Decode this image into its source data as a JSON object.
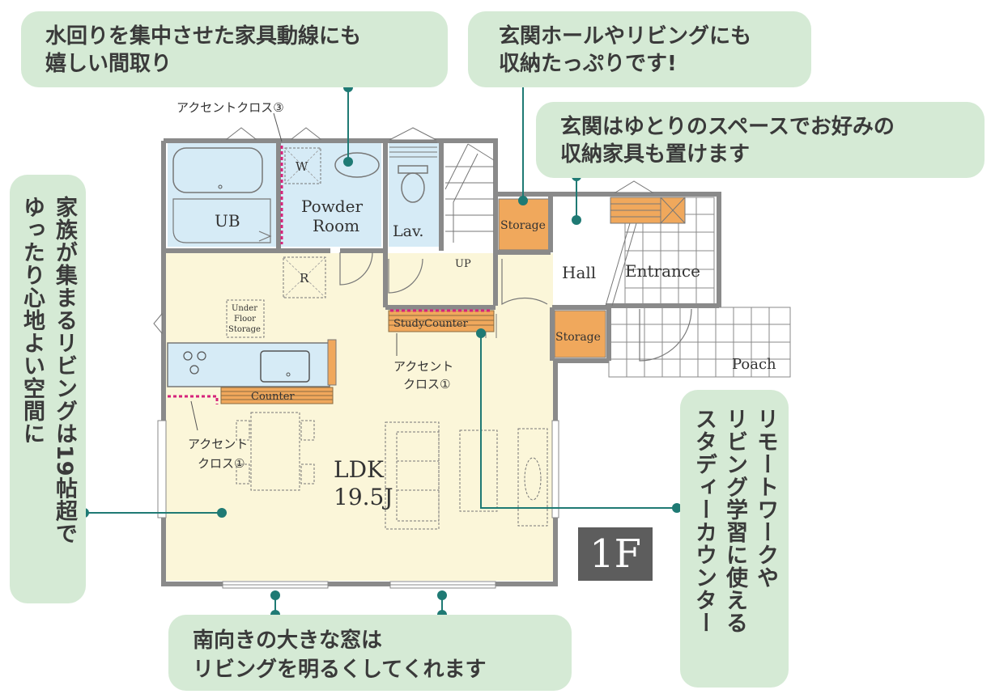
{
  "callouts": {
    "water_area": {
      "lines": [
        "水回りを集中させた家具動線にも",
        "嬉しい間取り"
      ]
    },
    "hall_storage": {
      "lines": [
        "玄関ホールやリビングにも",
        "収納たっぷりです!"
      ]
    },
    "entrance_space": {
      "lines": [
        "玄関はゆとりのスペースでお好みの",
        "収納家具も置けます"
      ]
    },
    "living": {
      "lines": [
        "家族が集まるリビングは19帖超で",
        "ゆったり心地よい空間に"
      ]
    },
    "south_windows": {
      "lines": [
        "南向きの大きな窓は",
        "リビングを明るくしてくれます"
      ]
    },
    "study_counter": {
      "lines": [
        "リモートワークや",
        "リビング学習に使える",
        "スタディーカウンター"
      ]
    }
  },
  "rooms": {
    "ub": "UB",
    "powder_1": "Powder",
    "powder_2": "Room",
    "lav": "Lav.",
    "up": "UP",
    "storage_hall": "Storage",
    "storage_lower": "Storage",
    "hall": "Hall",
    "entrance": "Entrance",
    "poach": "Poach",
    "ldk_1": "LDK",
    "ldk_2": "19.5J",
    "w_mark": "W",
    "r_mark": "R",
    "under_1": "Under",
    "under_2": "Floor",
    "under_3": "Storage",
    "study_counter": "StudyCounter",
    "counter": "Counter"
  },
  "annotations": {
    "accent_cloth_3": "アクセントクロス③",
    "accent_study_1": "アクセント",
    "accent_study_2": "クロス①",
    "accent_kitchen_1": "アクセント",
    "accent_kitchen_2": "クロス①"
  },
  "floor": "1F",
  "colors": {
    "bubble": "#d5ead5",
    "connector": "#1f7a74",
    "wall": "#8a8a8a",
    "ldk_floor": "#fbf6d9",
    "wet_area": "#d6ebf6",
    "storage": "#f0a85c",
    "accent_line": "#d6237a"
  }
}
